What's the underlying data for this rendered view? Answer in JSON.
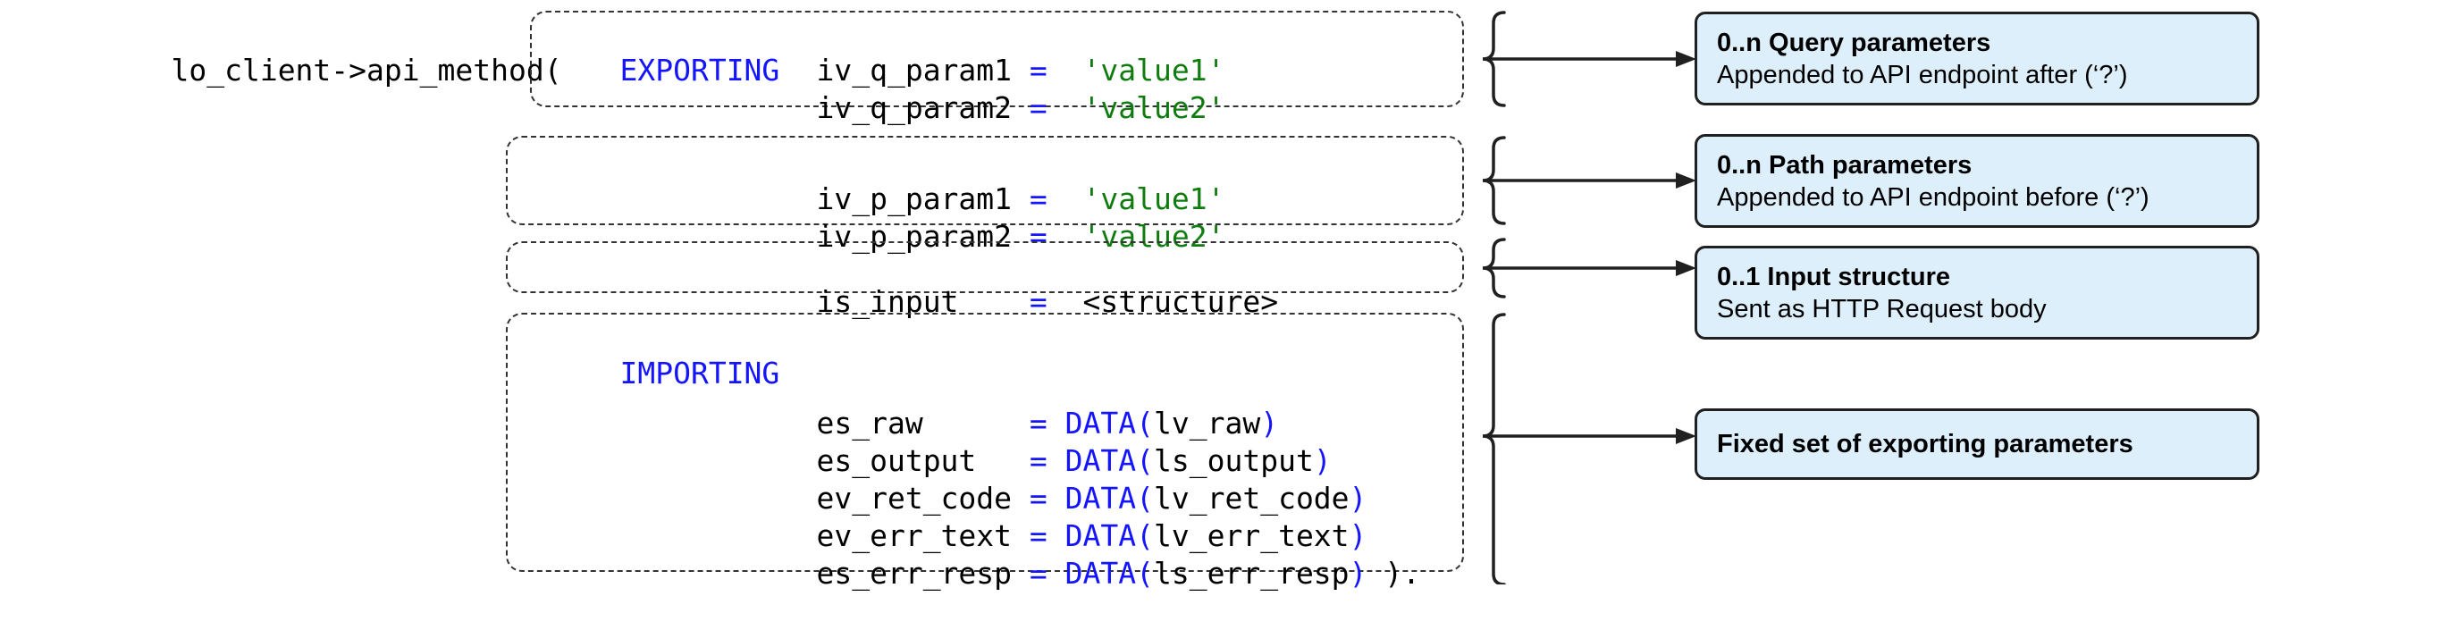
{
  "diagram": {
    "call_prefix": "lo_client->api_method(",
    "code_blocks": [
      {
        "id": "query-params",
        "keyword": "EXPORTING",
        "lines": [
          {
            "name": "iv_q_param1",
            "op": "=",
            "value": "'value1'",
            "value_kind": "string"
          },
          {
            "name": "iv_q_param2",
            "op": "=",
            "value": "'value2'",
            "value_kind": "string"
          }
        ]
      },
      {
        "id": "path-params",
        "keyword": "",
        "lines": [
          {
            "name": "iv_p_param1",
            "op": "=",
            "value": "'value1'",
            "value_kind": "string"
          },
          {
            "name": "iv_p_param2",
            "op": "=",
            "value": "'value2'",
            "value_kind": "string"
          }
        ]
      },
      {
        "id": "input-structure",
        "keyword": "",
        "lines": [
          {
            "name": "is_input",
            "op": "=",
            "value": "<structure>",
            "value_kind": "plain"
          }
        ]
      },
      {
        "id": "importing-params",
        "keyword": "IMPORTING",
        "lines": [
          {
            "name": "es_raw",
            "op": "=",
            "value": "DATA(lv_raw)",
            "value_kind": "data",
            "fn": "DATA(",
            "arg": "lv_raw",
            "close": ")",
            "tail": ""
          },
          {
            "name": "es_output",
            "op": "=",
            "value": "DATA(ls_output)",
            "value_kind": "data",
            "fn": "DATA(",
            "arg": "ls_output",
            "close": ")",
            "tail": ""
          },
          {
            "name": "ev_ret_code",
            "op": "=",
            "value": "DATA(lv_ret_code)",
            "value_kind": "data",
            "fn": "DATA(",
            "arg": "lv_ret_code",
            "close": ")",
            "tail": ""
          },
          {
            "name": "ev_err_text",
            "op": "=",
            "value": "DATA(lv_err_text)",
            "value_kind": "data",
            "fn": "DATA(",
            "arg": "lv_err_text",
            "close": ")",
            "tail": ""
          },
          {
            "name": "es_err_resp",
            "op": "=",
            "value": "DATA(ls_err_resp) ).",
            "value_kind": "data",
            "fn": "DATA(",
            "arg": "ls_err_resp",
            "close": ")",
            "tail": " )."
          }
        ]
      }
    ],
    "callouts": [
      {
        "id": "callout-query",
        "title": "0..n Query parameters",
        "subtitle": "Appended to API endpoint after (‘?’)"
      },
      {
        "id": "callout-path",
        "title": "0..n Path parameters",
        "subtitle": "Appended to API endpoint before (‘?’)"
      },
      {
        "id": "callout-input",
        "title": "0..1 Input structure",
        "subtitle": "Sent as HTTP Request body"
      },
      {
        "id": "callout-importing",
        "title": "Fixed set of exporting parameters",
        "subtitle": ""
      }
    ],
    "colors": {
      "keyword": "#1414ff",
      "string": "#107c10",
      "operator": "#1414ff",
      "code_text": "#000000",
      "callout_fill": "#ddeffb",
      "callout_border": "#202020",
      "box_border": "#333333",
      "connector": "#202020"
    }
  }
}
